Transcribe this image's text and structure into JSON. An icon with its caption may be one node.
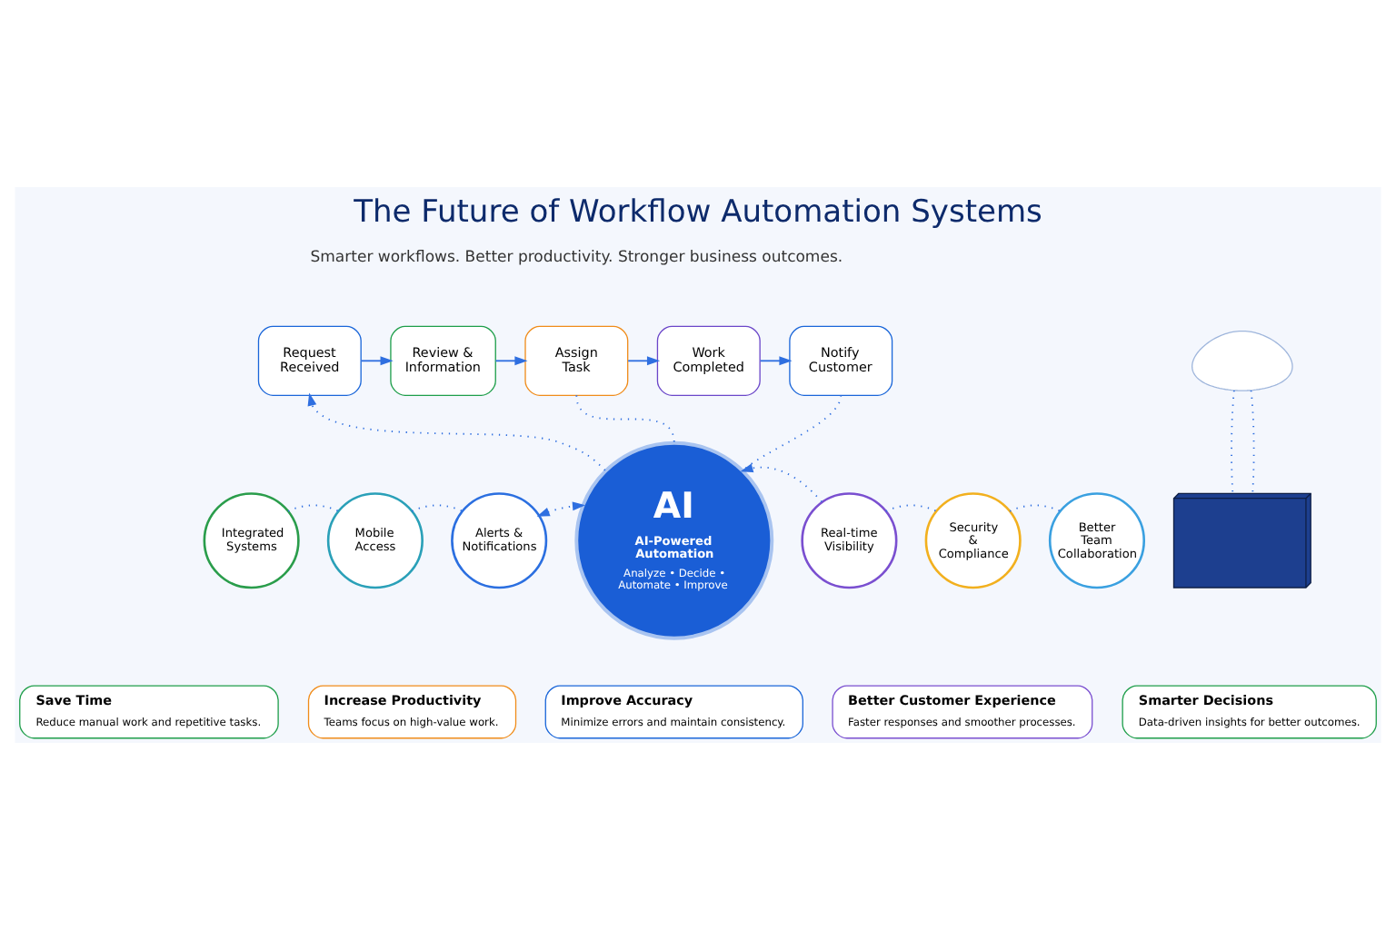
{
  "diagram": {
    "title": "The Future of Workflow Automation Systems",
    "nodes": [
      {
        "text": [
          "Request Received"
        ]
      },
      {
        "text": [
          "Review & Information"
        ]
      },
      {
        "text": [
          "Assign Task"
        ]
      },
      {
        "text": [
          "Work Completed"
        ]
      },
      {
        "text": [
          "Notify Customer"
        ]
      },
      {
        "text": [
          "AI",
          "AI-Powered Automation",
          "Analyze • Decide • Automate • Improve"
        ]
      },
      {
        "text": [
          "Integrated Systems"
        ]
      },
      {
        "text": [
          "Mobile Access"
        ]
      },
      {
        "text": [
          "Alerts & Notifications"
        ]
      },
      {
        "text": [
          "Real-time Visibility"
        ]
      },
      {
        "text": [
          "Security & Compliance"
        ]
      },
      {
        "text": [
          "Better Team Collaboration"
        ]
      },
      {
        "text": [
          "Save Time",
          "Reduce manual work and repetitive tasks."
        ]
      },
      {
        "text": [
          "Increase Productivity",
          "Teams focus on high-value work."
        ]
      },
      {
        "text": [
          "Improve Accuracy",
          "Minimize errors and maintain consistency."
        ]
      },
      {
        "text": [
          "Better Customer Experience",
          "Faster responses and smoother processes."
        ]
      },
      {
        "text": [
          "Smarter Decisions",
          "Data-driven insights for better outcomes."
        ]
      },
      {
        "text": [],
        "shape": "cloud"
      },
      {
        "text": [],
        "shape": "picture"
      }
    ],
    "edges": [
      {
        "from": 0,
        "to": 1,
        "arrow": "to"
      },
      {
        "from": 1,
        "to": 2,
        "arrow": "to"
      },
      {
        "from": 2,
        "to": 3,
        "arrow": "to"
      },
      {
        "from": 3,
        "to": 4,
        "arrow": "to"
      },
      {
        "from": 5,
        "to": 0,
        "arrow": "to",
        "style": "dashed"
      },
      {
        "from": 2,
        "to": 5,
        "arrow": "none",
        "style": "dashed"
      },
      {
        "from": 4,
        "to": 5,
        "arrow": "none",
        "style": "dashed"
      },
      {
        "from": 6,
        "to": 7,
        "arrow": "none",
        "style": "dashed"
      },
      {
        "from": 7,
        "to": 8,
        "arrow": "none",
        "style": "dashed"
      },
      {
        "from": 8,
        "to": 5,
        "arrow": "both",
        "style": "dashed"
      },
      {
        "from": 9,
        "to": 5,
        "arrow": "to",
        "style": "dashed"
      },
      {
        "from": 9,
        "to": 10,
        "arrow": "none",
        "style": "dashed"
      },
      {
        "from": 10,
        "to": 11,
        "arrow": "none",
        "style": "dashed"
      },
      {
        "from": 17,
        "to": 18,
        "arrow": "none",
        "style": "dashed"
      },
      {
        "from": 17,
        "to": 18,
        "arrow": "none",
        "style": "dashed"
      }
    ],
    "labels": [
      "Smarter workflows. Better productivity. Stronger business outcomes."
    ]
  }
}
